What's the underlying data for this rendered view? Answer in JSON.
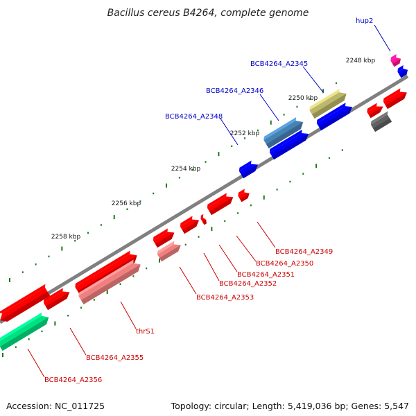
{
  "title": "Bacillus cereus B4264, complete genome",
  "scale_labels": [
    "2248 kbp",
    "2250 kbp",
    "2252 kbp",
    "2254 kbp",
    "2256 kbp",
    "2258 kbp"
  ],
  "gene_labels": {
    "hup2": "hup2",
    "a2345": "BCB4264_A2345",
    "a2346": "BCB4264_A2346",
    "a2348": "BCB4264_A2348",
    "a2349": "BCB4264_A2349",
    "a2350": "BCB4264_A2350",
    "a2351": "BCB4264_A2351",
    "a2352": "BCB4264_A2352",
    "a2353": "BCB4264_A2353",
    "thrS1": "thrS1",
    "a2355": "BCB4264_A2355",
    "a2356": "BCB4264_A2356"
  },
  "footer": {
    "accession": "Accession: NC_011725",
    "stats": "Topology: circular; Length: 5,419,036 bp; Genes: 5,547"
  },
  "colors": {
    "backbone": "#808080",
    "feature_red": "#ff0000",
    "feature_pink": "#f08080",
    "feature_blue": "#0000ff",
    "feature_steel": "#4682b4",
    "feature_olive": "#bdb76b",
    "feature_green": "#00e080",
    "feature_magenta": "#ff1493",
    "feature_gray": "#606060",
    "tick_green": "#1a7a1a",
    "label_red": "#cc0000",
    "label_blue": "#0000cc"
  }
}
